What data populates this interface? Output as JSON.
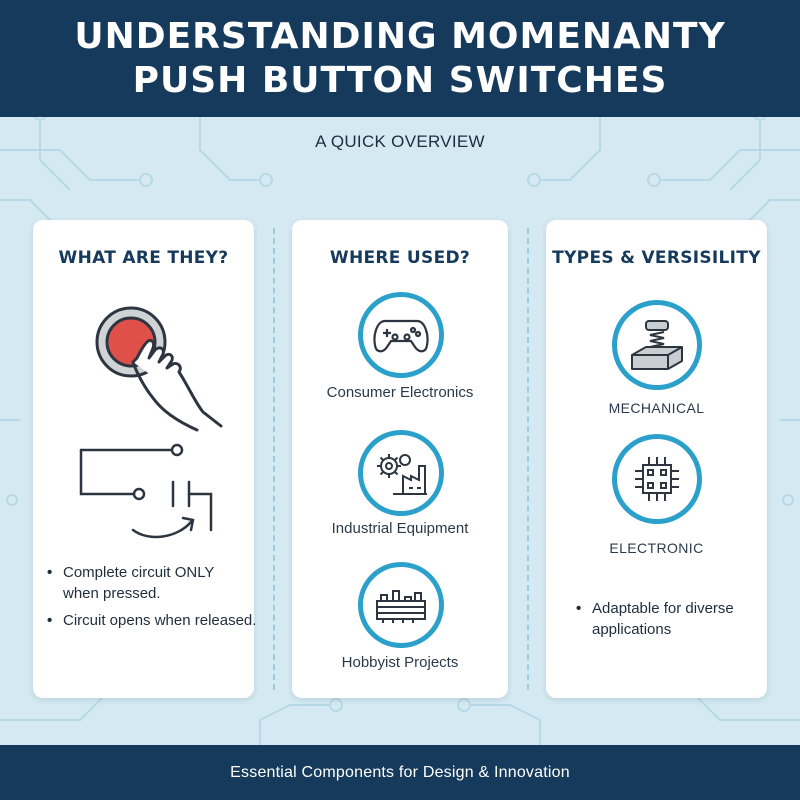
{
  "header": {
    "title_line1": "UNDERSTANDING MOMENANTY",
    "title_line2": "PUSH BUTTON SWITCHES"
  },
  "subtitle": "A QUICK OVERVIEW",
  "cards": [
    {
      "title": "WHAT ARE THEY?",
      "bullets": [
        "Complete circuit ONLY when pressed.",
        "Circuit opens when released."
      ]
    },
    {
      "title": "WHERE USED?",
      "items": [
        "Consumer Electronics",
        "Industrial Equipment",
        "Hobbyist Projects"
      ]
    },
    {
      "title": "TYPES & VERSISILITY",
      "items": [
        "MECHANICAL",
        "ELECTRONIC"
      ],
      "bullets": [
        "Adaptable for diverse applications"
      ]
    }
  ],
  "footer": "Essential Components for Design & Innovation",
  "colors": {
    "navy": "#163a5c",
    "accent_blue": "#2aa0cb",
    "button_red": "#e0504b",
    "background": "#d4e9f1"
  },
  "icons": [
    "push-button-hand-icon",
    "circuit-switch-icon",
    "gamepad-icon",
    "gear-factory-icon",
    "circuit-board-icon",
    "spring-button-icon",
    "microchip-icon"
  ]
}
